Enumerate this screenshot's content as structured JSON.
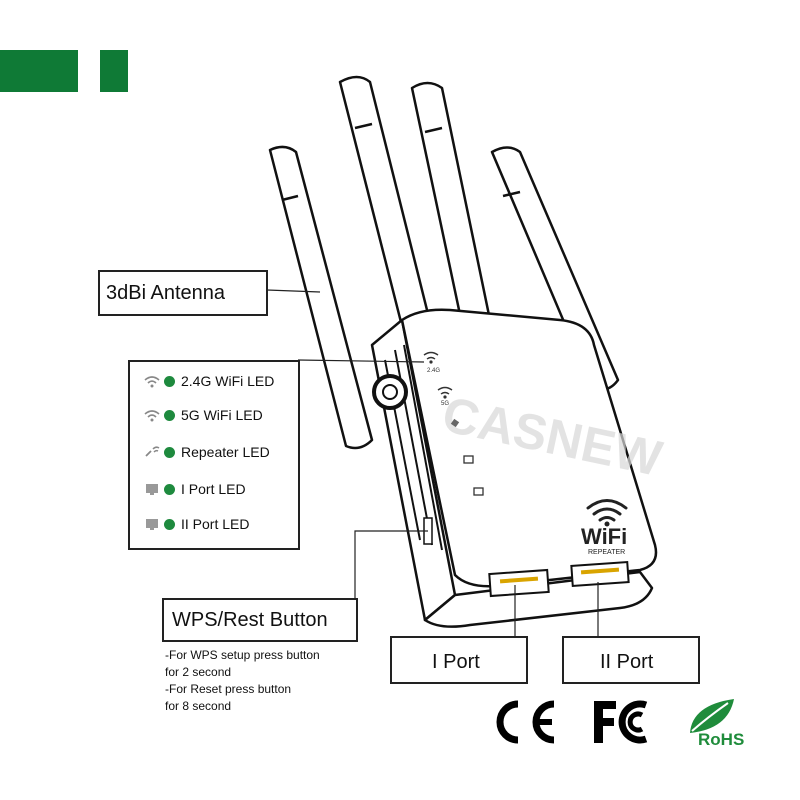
{
  "accent_color": "#0f7a36",
  "led_color": "#1e8a3e",
  "labels": {
    "antenna": "3dBi Antenna",
    "wps_button": "WPS/Rest Button",
    "port_1": "I Port",
    "port_2": "II Port"
  },
  "led_legend": [
    {
      "icon": "wifi-icon",
      "label": "2.4G WiFi LED"
    },
    {
      "icon": "wifi-icon",
      "label": "5G WiFi LED"
    },
    {
      "icon": "repeater-icon",
      "label": "Repeater LED"
    },
    {
      "icon": "monitor-icon",
      "label": "I Port LED"
    },
    {
      "icon": "monitor-icon",
      "label": "II Port LED"
    }
  ],
  "wps_notes": [
    "-For WPS setup press button",
    "for 2 second",
    "-For Reset press button",
    "for 8 second"
  ],
  "device": {
    "logo_main": "WiFi",
    "logo_sub": "REPEATER",
    "label_24g": "2.4G",
    "label_5g": "5G"
  },
  "certifications": {
    "ce": "CE",
    "fcc": "FC",
    "rohs": "RoHS"
  }
}
